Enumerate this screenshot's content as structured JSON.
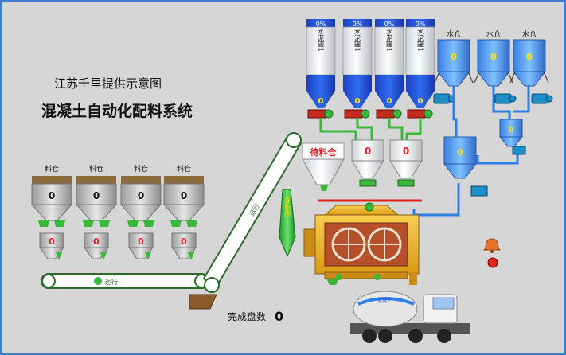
{
  "company_title": "江苏千里提供示意图",
  "system_title": "混凝土自动化配料系统",
  "cement_silos": [
    {
      "percent": "0%",
      "name": "水泥罐1",
      "value": "0"
    },
    {
      "percent": "0%",
      "name": "水泥罐1",
      "value": "0"
    },
    {
      "percent": "0%",
      "name": "水泥罐1",
      "value": "0"
    },
    {
      "percent": "0%",
      "name": "水泥罐1",
      "value": "0"
    }
  ],
  "water_tanks": [
    {
      "label": "水仓",
      "value": "0"
    },
    {
      "label": "水仓",
      "value": "0"
    },
    {
      "label": "水仓",
      "value": "0"
    }
  ],
  "water_scale_value": "0",
  "water_small_value": "0",
  "aggregate_bins": [
    {
      "label": "料仓",
      "value": "0",
      "weigh_value": "0"
    },
    {
      "label": "料仓",
      "value": "0",
      "weigh_value": "0"
    },
    {
      "label": "料仓",
      "value": "0",
      "weigh_value": "0"
    },
    {
      "label": "料仓",
      "value": "0",
      "weigh_value": "0"
    }
  ],
  "waiting_bin_label": "待料仓",
  "cement_scales": [
    {
      "value": "0"
    },
    {
      "value": "0"
    }
  ],
  "additive_label": "外加剂",
  "belt_label": "运行",
  "incline_belt_label": "运行",
  "completed_label": "完成盘数",
  "completed_value": "0",
  "truck_label": "混凝土",
  "colors": {
    "frame_border": "#3f7fd0",
    "background": "#d6d6d6",
    "silo_blue": "#1e50d8",
    "pipe_green": "#3ab83a",
    "pipe_blue": "#2f7fe8",
    "mixer_yellow": "#e9b42c",
    "mixer_red": "#b5502a",
    "valve_red": "#c42a1e",
    "alarm_orange": "#e8742a",
    "stop_red": "#e0241a"
  }
}
